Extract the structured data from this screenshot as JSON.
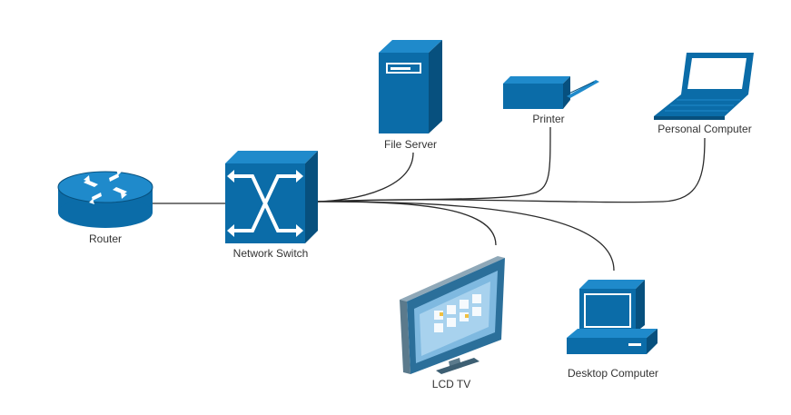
{
  "diagram": {
    "colors": {
      "device": "#0b6ca8",
      "device_dark": "#07507e",
      "device_light": "#1f8acb",
      "line": "#2b2b2b",
      "label": "#333333"
    },
    "nodes": [
      {
        "id": "router",
        "label": "Router",
        "icon": "router-icon"
      },
      {
        "id": "switch",
        "label": "Network Switch",
        "icon": "network-switch-icon"
      },
      {
        "id": "file_server",
        "label": "File Server",
        "icon": "file-server-icon"
      },
      {
        "id": "printer",
        "label": "Printer",
        "icon": "printer-icon"
      },
      {
        "id": "personal_computer",
        "label": "Personal Computer",
        "icon": "laptop-icon"
      },
      {
        "id": "lcd_tv",
        "label": "LCD TV",
        "icon": "lcd-tv-icon"
      },
      {
        "id": "desktop_computer",
        "label": "Desktop Computer",
        "icon": "desktop-computer-icon"
      }
    ],
    "edges": [
      {
        "from": "router",
        "to": "switch"
      },
      {
        "from": "switch",
        "to": "file_server"
      },
      {
        "from": "switch",
        "to": "printer"
      },
      {
        "from": "switch",
        "to": "personal_computer"
      },
      {
        "from": "switch",
        "to": "lcd_tv"
      },
      {
        "from": "switch",
        "to": "desktop_computer"
      }
    ]
  }
}
